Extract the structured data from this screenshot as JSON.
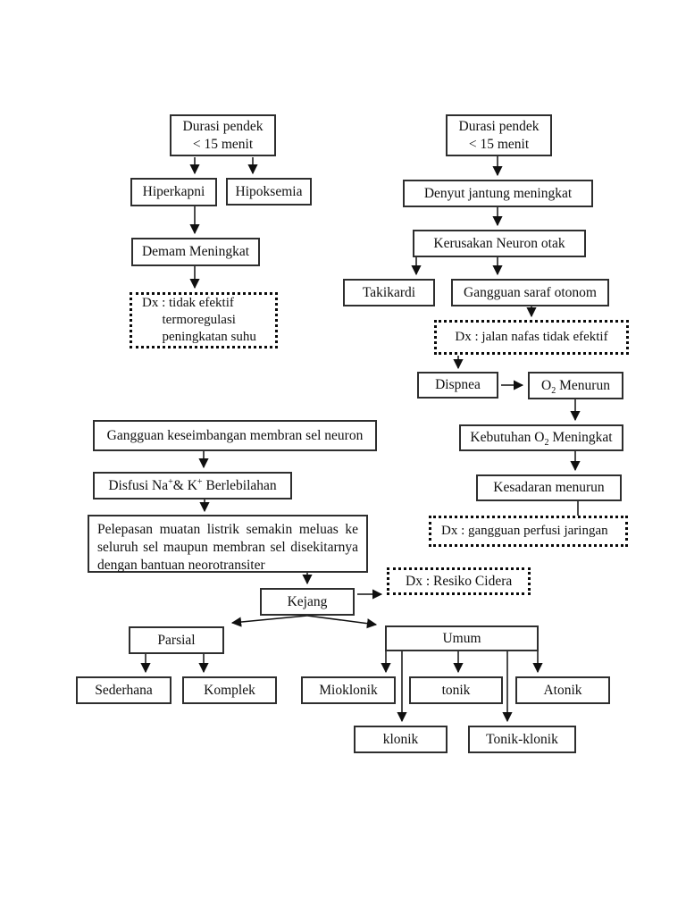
{
  "page": {
    "background": "#ffffff"
  },
  "colors": {
    "box_border": "#2e2e2e",
    "dotted_border": "#0a0a0a",
    "text": "#101010",
    "arrow": "#101010"
  },
  "nodes": {
    "durasi_left": {
      "label": "Durasi pendek\n< 15 menit"
    },
    "hiperkapni": {
      "label": "Hiperkapni"
    },
    "hipoksemia": {
      "label": "Hipoksemia"
    },
    "demam": {
      "label": "Demam Meningkat"
    },
    "dx_termoregulasi": {
      "label": "Dx : tidak efektif\n      termoregulasi\n      peningkatan suhu"
    },
    "durasi_right": {
      "label": "Durasi pendek\n< 15 menit"
    },
    "denyut": {
      "label": "Denyut jantung meningkat"
    },
    "kerusakan": {
      "label": "Kerusakan Neuron otak"
    },
    "takikardi": {
      "label": "Takikardi"
    },
    "saraf_otonom": {
      "label": "Gangguan saraf otonom"
    },
    "dx_jalan_nafas": {
      "label": "Dx : jalan nafas tidak efektif"
    },
    "dispnea": {
      "label": "Dispnea"
    },
    "o2_menurun": {
      "pre": "O",
      "sub": "2",
      "post": " Menurun"
    },
    "kebutuhan_o2": {
      "pre": "Kebutuhan O",
      "sub": "2",
      "post": " Meningkat"
    },
    "kesadaran": {
      "label": "Kesadaran menurun"
    },
    "dx_perfusi": {
      "label": "Dx : gangguan perfusi jaringan"
    },
    "gangguan_keseimbangan": {
      "label": "Gangguan keseimbangan membran sel neuron"
    },
    "disfusi": {
      "pre": "Disfusi Na",
      "sup1": "+",
      "mid": "& K",
      "sup2": "+",
      "post": " Berlebilahan"
    },
    "pelepasan": {
      "label": "Pelepasan muatan listrik semakin meluas ke seluruh sel maupun membran sel disekitarnya dengan bantuan neorotransiter"
    },
    "kejang": {
      "label": "Kejang"
    },
    "dx_resiko": {
      "label": "Dx : Resiko Cidera"
    },
    "parsial": {
      "label": "Parsial"
    },
    "umum": {
      "label": "Umum"
    },
    "sederhana": {
      "label": "Sederhana"
    },
    "komplek": {
      "label": "Komplek"
    },
    "mioklonik": {
      "label": "Mioklonik"
    },
    "tonik": {
      "label": "tonik"
    },
    "atonik": {
      "label": "Atonik"
    },
    "klonik": {
      "label": "klonik"
    },
    "tonik_klonik": {
      "label": "Tonik-klonik"
    }
  },
  "edges": [
    {
      "from": "durasi_left",
      "to": "hiperkapni",
      "arrow": true
    },
    {
      "from": "durasi_left",
      "to": "hipoksemia",
      "arrow": true
    },
    {
      "from": "hiperkapni",
      "to": "demam",
      "arrow": true
    },
    {
      "from": "demam",
      "to": "dx_termoregulasi",
      "arrow": true
    },
    {
      "from": "durasi_right",
      "to": "denyut",
      "arrow": true
    },
    {
      "from": "denyut",
      "to": "kerusakan",
      "arrow": true
    },
    {
      "from": "kerusakan",
      "to": "takikardi",
      "arrow": true
    },
    {
      "from": "kerusakan",
      "to": "saraf_otonom",
      "arrow": true
    },
    {
      "from": "saraf_otonom",
      "to": "dx_jalan_nafas",
      "arrow": true
    },
    {
      "from": "dx_jalan_nafas",
      "to": "dispnea",
      "arrow": true
    },
    {
      "from": "dispnea",
      "to": "o2_menurun",
      "arrow": true
    },
    {
      "from": "o2_menurun",
      "to": "kebutuhan_o2",
      "arrow": true
    },
    {
      "from": "kebutuhan_o2",
      "to": "kesadaran",
      "arrow": true
    },
    {
      "from": "kesadaran",
      "to": "dx_perfusi",
      "arrow": false
    },
    {
      "from": "gangguan_keseimbangan",
      "to": "disfusi",
      "arrow": true
    },
    {
      "from": "disfusi",
      "to": "pelepasan",
      "arrow": true
    },
    {
      "from": "pelepasan",
      "to": "kejang",
      "arrow": true
    },
    {
      "from": "kejang",
      "to": "dx_resiko",
      "arrow": true
    },
    {
      "from": "kejang",
      "to": "parsial",
      "arrow": true
    },
    {
      "from": "kejang",
      "to": "umum",
      "arrow": true
    },
    {
      "from": "parsial",
      "to": "sederhana",
      "arrow": true
    },
    {
      "from": "parsial",
      "to": "komplek",
      "arrow": true
    },
    {
      "from": "umum",
      "to": "mioklonik",
      "arrow": true
    },
    {
      "from": "umum",
      "to": "klonik",
      "arrow": true
    },
    {
      "from": "umum",
      "to": "tonik",
      "arrow": true
    },
    {
      "from": "umum",
      "to": "tonik_klonik",
      "arrow": true
    },
    {
      "from": "umum",
      "to": "atonik",
      "arrow": true
    }
  ]
}
